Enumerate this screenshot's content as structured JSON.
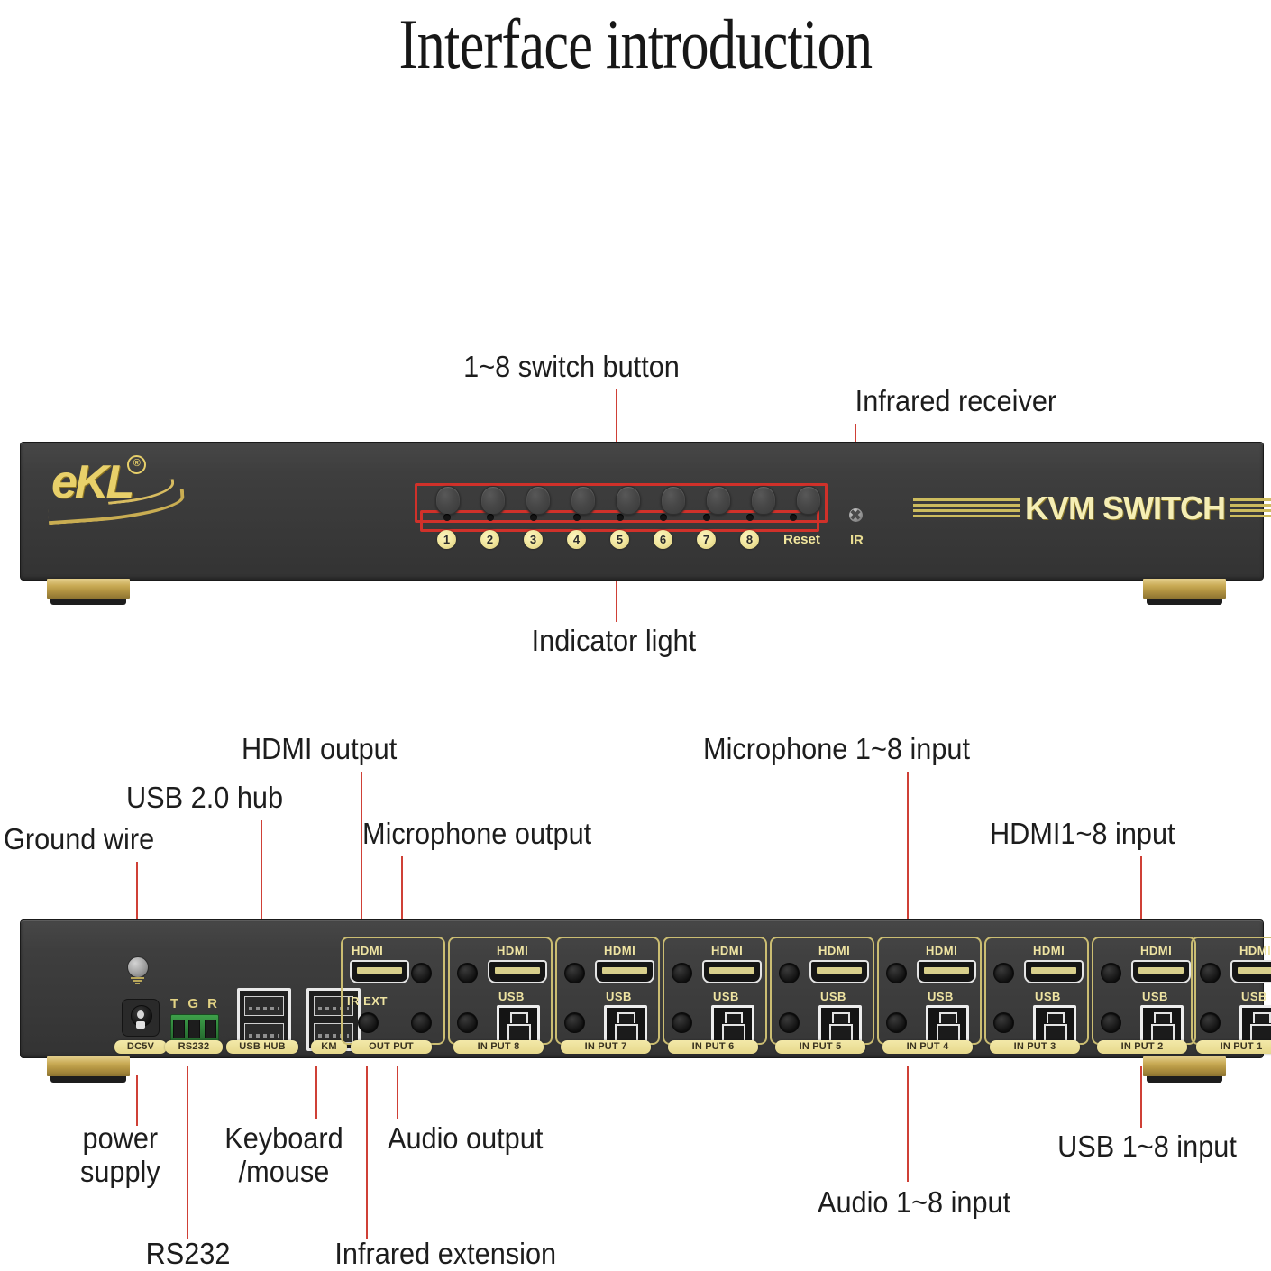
{
  "title": "Interface introduction",
  "front_panel": {
    "brand": "eKL",
    "registered_mark": "®",
    "model_text": "KVM SWITCH",
    "ir_label": "IR",
    "reset_label": "Reset",
    "button_numbers": [
      "1",
      "2",
      "3",
      "4",
      "5",
      "6",
      "7",
      "8"
    ],
    "callouts": [
      {
        "text": "1~8 switch button"
      },
      {
        "text": "Infrared receiver"
      },
      {
        "text": "Indicator light"
      }
    ]
  },
  "rear_panel": {
    "dc_label": "DC5V",
    "rs232_label": "RS232",
    "rs232_pins": [
      "T",
      "G",
      "R"
    ],
    "usb_hub_label": "USB HUB",
    "km_label": "KM",
    "output_label": "OUT PUT",
    "output_ports": {
      "hdmi": "HDMI",
      "ir_ext": "IR EXT"
    },
    "input_label_prefix": "IN PUT",
    "inputs": [
      {
        "name": "IN PUT 8",
        "hdmi": "HDMI",
        "usb": "USB"
      },
      {
        "name": "IN PUT 7",
        "hdmi": "HDMI",
        "usb": "USB"
      },
      {
        "name": "IN PUT 6",
        "hdmi": "HDMI",
        "usb": "USB"
      },
      {
        "name": "IN PUT 5",
        "hdmi": "HDMI",
        "usb": "USB"
      },
      {
        "name": "IN PUT 4",
        "hdmi": "HDMI",
        "usb": "USB"
      },
      {
        "name": "IN PUT 3",
        "hdmi": "HDMI",
        "usb": "USB"
      },
      {
        "name": "IN PUT 2",
        "hdmi": "HDMI",
        "usb": "USB"
      },
      {
        "name": "IN PUT 1",
        "hdmi": "HDMI",
        "usb": "USB"
      }
    ],
    "callouts": [
      {
        "text": "Ground wire"
      },
      {
        "text": "USB 2.0 hub"
      },
      {
        "text": "HDMI output"
      },
      {
        "text": "Microphone output"
      },
      {
        "text": "Microphone 1~8 input"
      },
      {
        "text": "HDMI1~8 input"
      },
      {
        "text": "power\nsupply"
      },
      {
        "text": "Keyboard\n/mouse"
      },
      {
        "text": "Audio output"
      },
      {
        "text": "RS232"
      },
      {
        "text": "Infrared extension"
      },
      {
        "text": "Audio 1~8 input"
      },
      {
        "text": "USB 1~8 input"
      }
    ]
  },
  "colors": {
    "leader_line": "#cf4036",
    "highlight_box": "#d0312a",
    "chassis": "#3c3c3c",
    "gold": "#e8d06a",
    "yellow_label": "#e6d88b"
  }
}
